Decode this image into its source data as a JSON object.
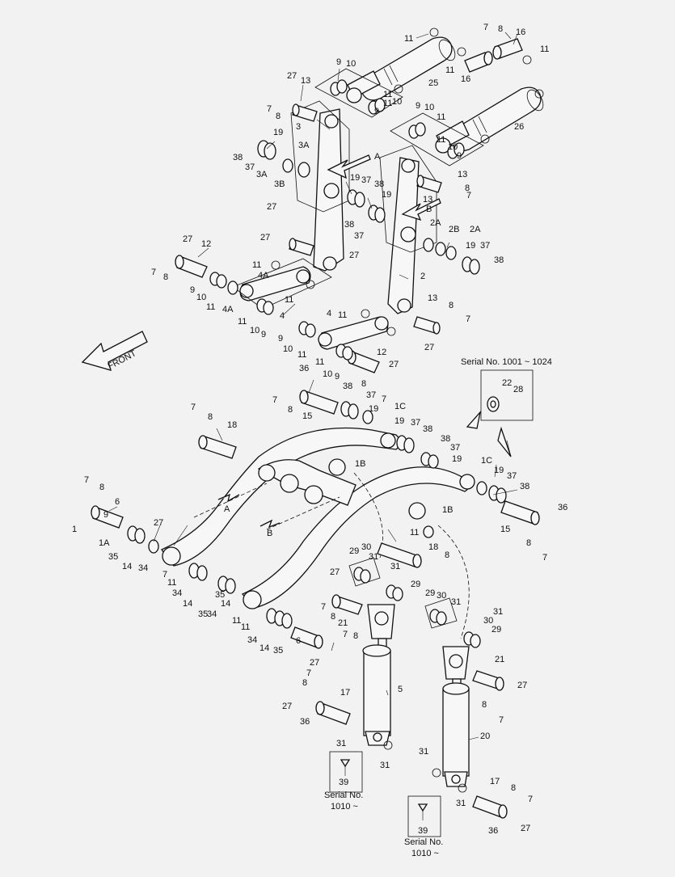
{
  "labels": {
    "front": "FRONT",
    "serial_range": "Serial No. 1001 ~ 1024",
    "serial_1010_line1": "Serial No.",
    "serial_1010_line2": "1010 ~",
    "callout_a": "A",
    "callout_b": "B"
  },
  "callouts": [
    {
      "t": "11"
    },
    {
      "t": "7"
    },
    {
      "t": "8"
    },
    {
      "t": "16"
    },
    {
      "t": "11"
    },
    {
      "t": "11"
    },
    {
      "t": "16"
    },
    {
      "t": "25"
    },
    {
      "t": "9"
    },
    {
      "t": "10"
    },
    {
      "t": "27"
    },
    {
      "t": "13"
    },
    {
      "t": "11"
    },
    {
      "t": "11"
    },
    {
      "t": "10"
    },
    {
      "t": "9"
    },
    {
      "t": "7"
    },
    {
      "t": "8"
    },
    {
      "t": "9"
    },
    {
      "t": "10"
    },
    {
      "t": "11"
    },
    {
      "t": "26"
    },
    {
      "t": "3"
    },
    {
      "t": "19"
    },
    {
      "t": "3A"
    },
    {
      "t": "38"
    },
    {
      "t": "37"
    },
    {
      "t": "3A"
    },
    {
      "t": "3B"
    },
    {
      "t": "11"
    },
    {
      "t": "10"
    },
    {
      "t": "9"
    },
    {
      "t": "27"
    },
    {
      "t": "19"
    },
    {
      "t": "37"
    },
    {
      "t": "38"
    },
    {
      "t": "19"
    },
    {
      "t": "13"
    },
    {
      "t": "7"
    },
    {
      "t": "8"
    },
    {
      "t": "13"
    },
    {
      "t": "27"
    },
    {
      "t": "38"
    },
    {
      "t": "37"
    },
    {
      "t": "27"
    },
    {
      "t": "2A"
    },
    {
      "t": "2B"
    },
    {
      "t": "2A"
    },
    {
      "t": "19"
    },
    {
      "t": "37"
    },
    {
      "t": "38"
    },
    {
      "t": "27"
    },
    {
      "t": "12"
    },
    {
      "t": "7"
    },
    {
      "t": "8"
    },
    {
      "t": "11"
    },
    {
      "t": "4A"
    },
    {
      "t": "9"
    },
    {
      "t": "10"
    },
    {
      "t": "11"
    },
    {
      "t": "4A"
    },
    {
      "t": "4"
    },
    {
      "t": "11"
    },
    {
      "t": "2"
    },
    {
      "t": "11"
    },
    {
      "t": "10"
    },
    {
      "t": "9"
    },
    {
      "t": "4"
    },
    {
      "t": "11"
    },
    {
      "t": "13"
    },
    {
      "t": "8"
    },
    {
      "t": "7"
    },
    {
      "t": "27"
    },
    {
      "t": "9"
    },
    {
      "t": "10"
    },
    {
      "t": "11"
    },
    {
      "t": "11"
    },
    {
      "t": "12"
    },
    {
      "t": "10"
    },
    {
      "t": "9"
    },
    {
      "t": "27"
    },
    {
      "t": "8"
    },
    {
      "t": "7"
    },
    {
      "t": "36"
    },
    {
      "t": "7"
    },
    {
      "t": "8"
    },
    {
      "t": "15"
    },
    {
      "t": "38"
    },
    {
      "t": "37"
    },
    {
      "t": "19"
    },
    {
      "t": "1C"
    },
    {
      "t": "7"
    },
    {
      "t": "8"
    },
    {
      "t": "18"
    },
    {
      "t": "19"
    },
    {
      "t": "37"
    },
    {
      "t": "38"
    },
    {
      "t": "38"
    },
    {
      "t": "37"
    },
    {
      "t": "19"
    },
    {
      "t": "1C"
    },
    {
      "t": "19"
    },
    {
      "t": "37"
    },
    {
      "t": "38"
    },
    {
      "t": "1B"
    },
    {
      "t": "1B"
    },
    {
      "t": "36"
    },
    {
      "t": "15"
    },
    {
      "t": "8"
    },
    {
      "t": "7"
    },
    {
      "t": "7"
    },
    {
      "t": "8"
    },
    {
      "t": "9"
    },
    {
      "t": "6"
    },
    {
      "t": "1"
    },
    {
      "t": "27"
    },
    {
      "t": "1A"
    },
    {
      "t": "35"
    },
    {
      "t": "14"
    },
    {
      "t": "34"
    },
    {
      "t": "11"
    },
    {
      "t": "18"
    },
    {
      "t": "8"
    },
    {
      "t": "7"
    },
    {
      "t": "11"
    },
    {
      "t": "34"
    },
    {
      "t": "14"
    },
    {
      "t": "35"
    },
    {
      "t": "35"
    },
    {
      "t": "14"
    },
    {
      "t": "34"
    },
    {
      "t": "11"
    },
    {
      "t": "29"
    },
    {
      "t": "30"
    },
    {
      "t": "31"
    },
    {
      "t": "31"
    },
    {
      "t": "29"
    },
    {
      "t": "27"
    },
    {
      "t": "7"
    },
    {
      "t": "8"
    },
    {
      "t": "21"
    },
    {
      "t": "7"
    },
    {
      "t": "8"
    },
    {
      "t": "29"
    },
    {
      "t": "30"
    },
    {
      "t": "31"
    },
    {
      "t": "31"
    },
    {
      "t": "30"
    },
    {
      "t": "29"
    },
    {
      "t": "11"
    },
    {
      "t": "34"
    },
    {
      "t": "14"
    },
    {
      "t": "35"
    },
    {
      "t": "6"
    },
    {
      "t": "27"
    },
    {
      "t": "21"
    },
    {
      "t": "27"
    },
    {
      "t": "8"
    },
    {
      "t": "7"
    },
    {
      "t": "7"
    },
    {
      "t": "8"
    },
    {
      "t": "27"
    },
    {
      "t": "36"
    },
    {
      "t": "17"
    },
    {
      "t": "5"
    },
    {
      "t": "31"
    },
    {
      "t": "31"
    },
    {
      "t": "20"
    },
    {
      "t": "39"
    },
    {
      "t": "31"
    },
    {
      "t": "31"
    },
    {
      "t": "17"
    },
    {
      "t": "8"
    },
    {
      "t": "7"
    },
    {
      "t": "36"
    },
    {
      "t": "27"
    },
    {
      "t": "39"
    },
    {
      "t": "22"
    },
    {
      "t": "28"
    }
  ]
}
